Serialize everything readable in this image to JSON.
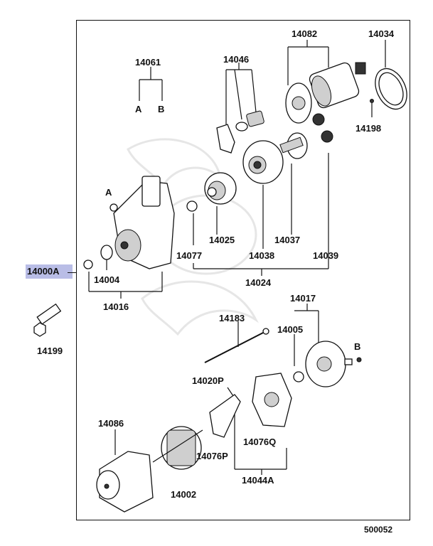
{
  "assembly": {
    "main_part": "14000A",
    "reference": "500052"
  },
  "labels": {
    "p14061": "14061",
    "a_top": "A",
    "b_top": "B",
    "p14046": "14046",
    "p14082": "14082",
    "p14034": "14034",
    "p14198": "14198",
    "a_mid": "A",
    "p14025": "14025",
    "p14037": "14037",
    "p14077": "14077",
    "p14038": "14038",
    "p14039": "14039",
    "p14024": "14024",
    "p14004": "14004",
    "p14016": "14016",
    "p14017": "14017",
    "p14183": "14183",
    "p14005": "14005",
    "b_mid": "B",
    "p14199": "14199",
    "p14020P": "14020P",
    "p14086": "14086",
    "p14076Q": "14076Q",
    "p14076P": "14076P",
    "p14044A": "14044A",
    "p14002": "14002"
  }
}
